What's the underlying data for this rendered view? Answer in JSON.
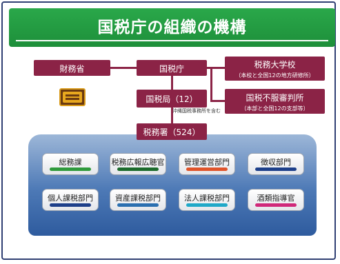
{
  "title": "国税庁の組織の機構",
  "nodes": {
    "zaimusho": "財務省",
    "kokuzeicho": "国税庁",
    "daigakko": "税務大学校",
    "daigakko_sub": "（本校と全国12の地方研修所）",
    "kokuzeikyoku": "国税局（12）",
    "shinpan": "国税不服審判所",
    "shinpan_sub": "（本部と全国12の支部等）",
    "zeimusho": "税務署（524）"
  },
  "okinawa_note": "沖縄国税事務所を含む",
  "units": [
    {
      "label": "総務課",
      "bar_color": "#2f9a3c"
    },
    {
      "label": "税務広報広聴官",
      "bar_color": "#1c6b2c"
    },
    {
      "label": "管理運営部門",
      "bar_color": "#e0542a"
    },
    {
      "label": "徴収部門",
      "bar_color": "#1d3f8a"
    },
    {
      "label": "個人課税部門",
      "bar_color": "#1d3f8a"
    },
    {
      "label": "資産課税部門",
      "bar_color": "#2a6fb0"
    },
    {
      "label": "法人課税部門",
      "bar_color": "#1fa8c8"
    },
    {
      "label": "酒類指導官",
      "bar_color": "#d0287a"
    }
  ],
  "colors": {
    "title_bg": "#1d8f3a",
    "box_bg": "#8b2346",
    "field": "#3f6aaa"
  }
}
